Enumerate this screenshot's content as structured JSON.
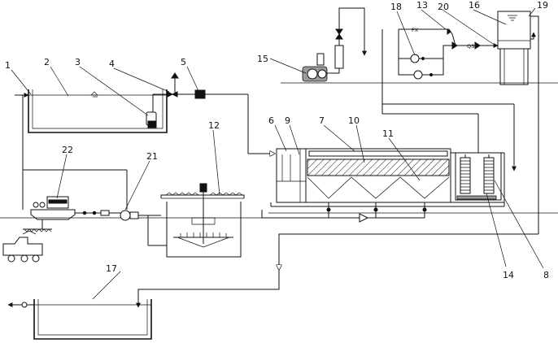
{
  "labels": {
    "n1": "1",
    "n2": "2",
    "n3": "3",
    "n4": "4",
    "n5": "5",
    "n6": "6",
    "n7": "7",
    "n8": "8",
    "n9": "9",
    "n10": "10",
    "n11": "11",
    "n12": "12",
    "n13": "13",
    "n14": "14",
    "n15": "15",
    "n16": "16",
    "n17": "17",
    "n18": "18",
    "n19": "19",
    "n20": "20",
    "n21": "21",
    "n22": "22"
  },
  "line_marks": {
    "fx": "FX",
    "qs": "QS"
  },
  "colors": {
    "line": "#111111",
    "background": "#ffffff",
    "fill_grey": "#9a9a9a"
  }
}
